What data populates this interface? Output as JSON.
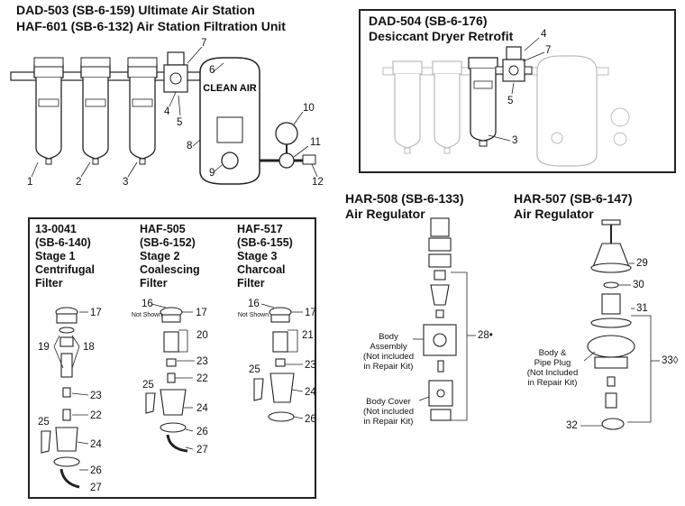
{
  "main_station": {
    "title_line1": "DAD-503 (SB-6-159) Ultimate Air Station",
    "title_line2": "HAF-601 (SB-6-132) Air Station Filtration Unit",
    "tank_label": "CLEAN AIR",
    "callouts": [
      "1",
      "2",
      "3",
      "4",
      "5",
      "6",
      "7",
      "8",
      "9",
      "10",
      "11",
      "12"
    ]
  },
  "dryer_retrofit": {
    "title_line1": "DAD-504 (SB-6-176)",
    "title_line2": "Desiccant Dryer Retrofit",
    "callouts": [
      "4",
      "7",
      "5",
      "3"
    ]
  },
  "filters_panel": {
    "stage1": {
      "line1": "13-0041",
      "line2": "(SB-6-140)",
      "line3": "Stage 1",
      "line4": "Centrifugal",
      "line5": "Filter",
      "callouts": [
        "17",
        "19",
        "18",
        "23",
        "22",
        "25",
        "24",
        "26",
        "27"
      ]
    },
    "stage2": {
      "line1": "HAF-505",
      "line2": "(SB-6-152)",
      "line3": "Stage 2",
      "line4": "Coalescing",
      "line5": "Filter",
      "not_shown": "Not Shown",
      "callouts": [
        "16",
        "17",
        "20",
        "23",
        "22",
        "25",
        "24",
        "26",
        "27"
      ]
    },
    "stage3": {
      "line1": "HAF-517",
      "line2": "(SB-6-155)",
      "line3": "Stage 3",
      "line4": "Charcoal",
      "line5": "Filter",
      "not_shown": "Not Shown",
      "callouts": [
        "16",
        "17",
        "21",
        "23",
        "25",
        "24",
        "26"
      ]
    }
  },
  "har508": {
    "title_line1": "HAR-508 (SB-6-133)",
    "title_line2": "Air Regulator",
    "body_assembly": [
      "Body",
      "Assembly",
      "(Not included",
      "in Repair Kit)"
    ],
    "body_cover": [
      "Body Cover",
      "(Not included",
      "in Repair Kit)"
    ],
    "callout": "28•"
  },
  "har507": {
    "title_line1": "HAR-507 (SB-6-147)",
    "title_line2": "Air Regulator",
    "body_pipe": [
      "Body &",
      "Pipe Plug",
      "(Not Included",
      "in Repair Kit)"
    ],
    "callouts": [
      "29",
      "30",
      "31",
      "32"
    ],
    "bracket_label": "33◊"
  }
}
